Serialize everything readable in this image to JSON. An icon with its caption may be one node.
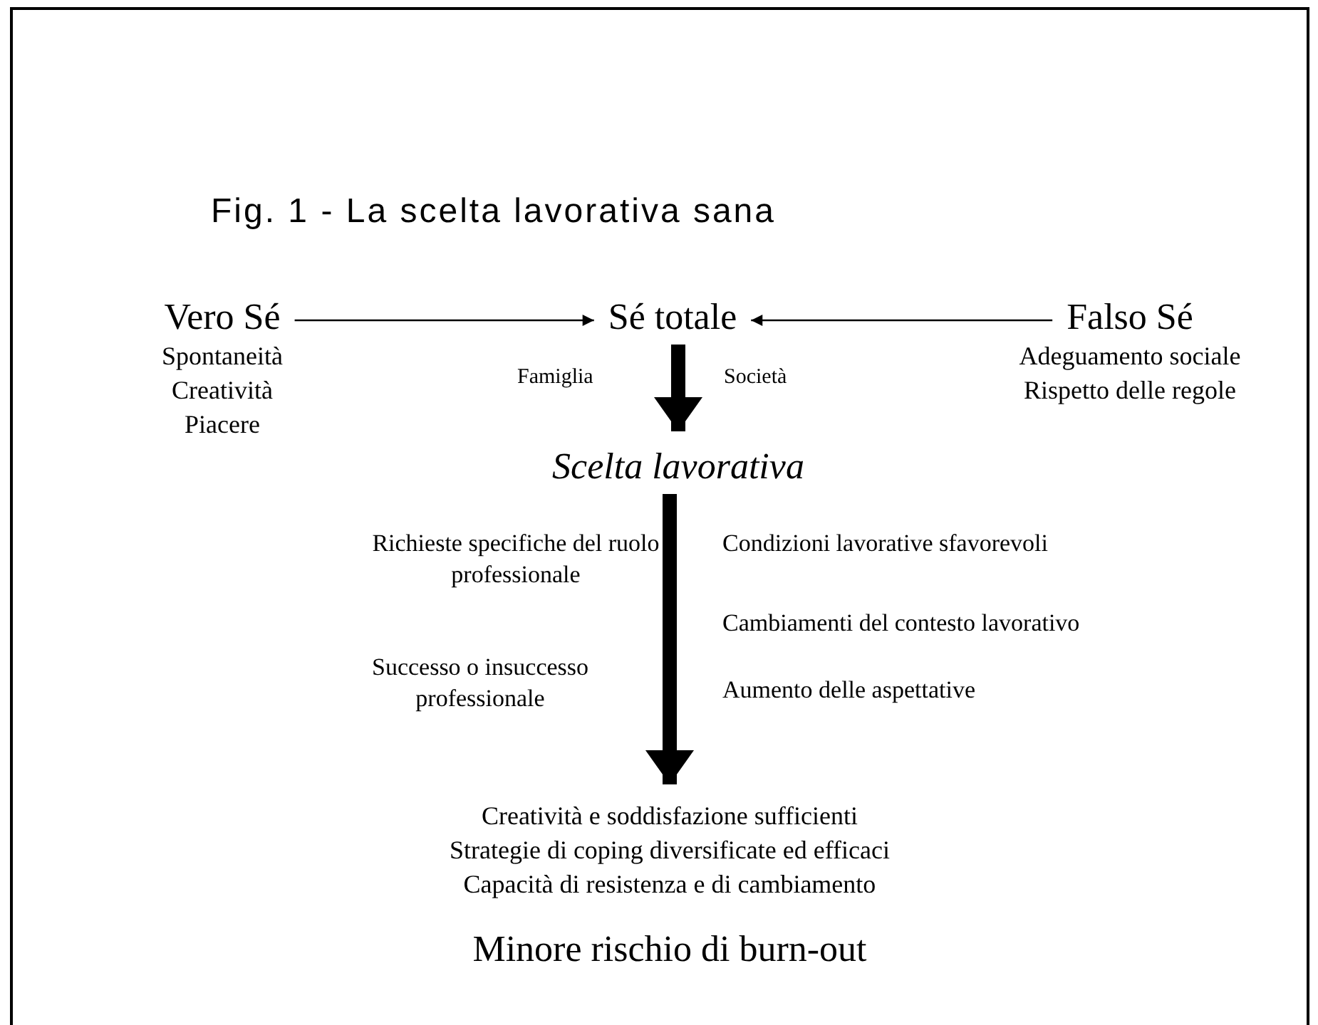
{
  "diagram": {
    "title": "Fig. 1 - La scelta lavorativa sana",
    "nodes": [
      {
        "text": [
          "Vero Sé",
          "Spontaneità",
          "Creatività",
          "Piacere"
        ]
      },
      {
        "text": [
          "Sé totale"
        ]
      },
      {
        "text": [
          "Falso Sé",
          "Adeguamento sociale",
          "Rispetto delle regole"
        ]
      },
      {
        "text": [
          "Scelta lavorativa"
        ]
      },
      {
        "text": [
          "Creatività e soddisfazione sufficienti",
          "Strategie di coping diversificate ed efficaci",
          "Capacità di resistenza e di cambiamento"
        ]
      }
    ],
    "edges": [
      {
        "from": 0,
        "to": 1,
        "arrow": "to"
      },
      {
        "from": 2,
        "to": 1,
        "arrow": "to"
      },
      {
        "from": 1,
        "to": 3,
        "arrow": "to",
        "style": "thick"
      },
      {
        "from": 3,
        "to": 4,
        "arrow": "to",
        "style": "thick"
      }
    ],
    "labels": [
      "Famiglia",
      "Società",
      "Richieste specifiche del ruolo professionale",
      "Condizioni lavorative sfavorevoli",
      "Cambiamenti del contesto lavorativo",
      "Successo o insuccesso professionale",
      "Aumento delle aspettative",
      "Minore rischio di burn-out"
    ]
  }
}
